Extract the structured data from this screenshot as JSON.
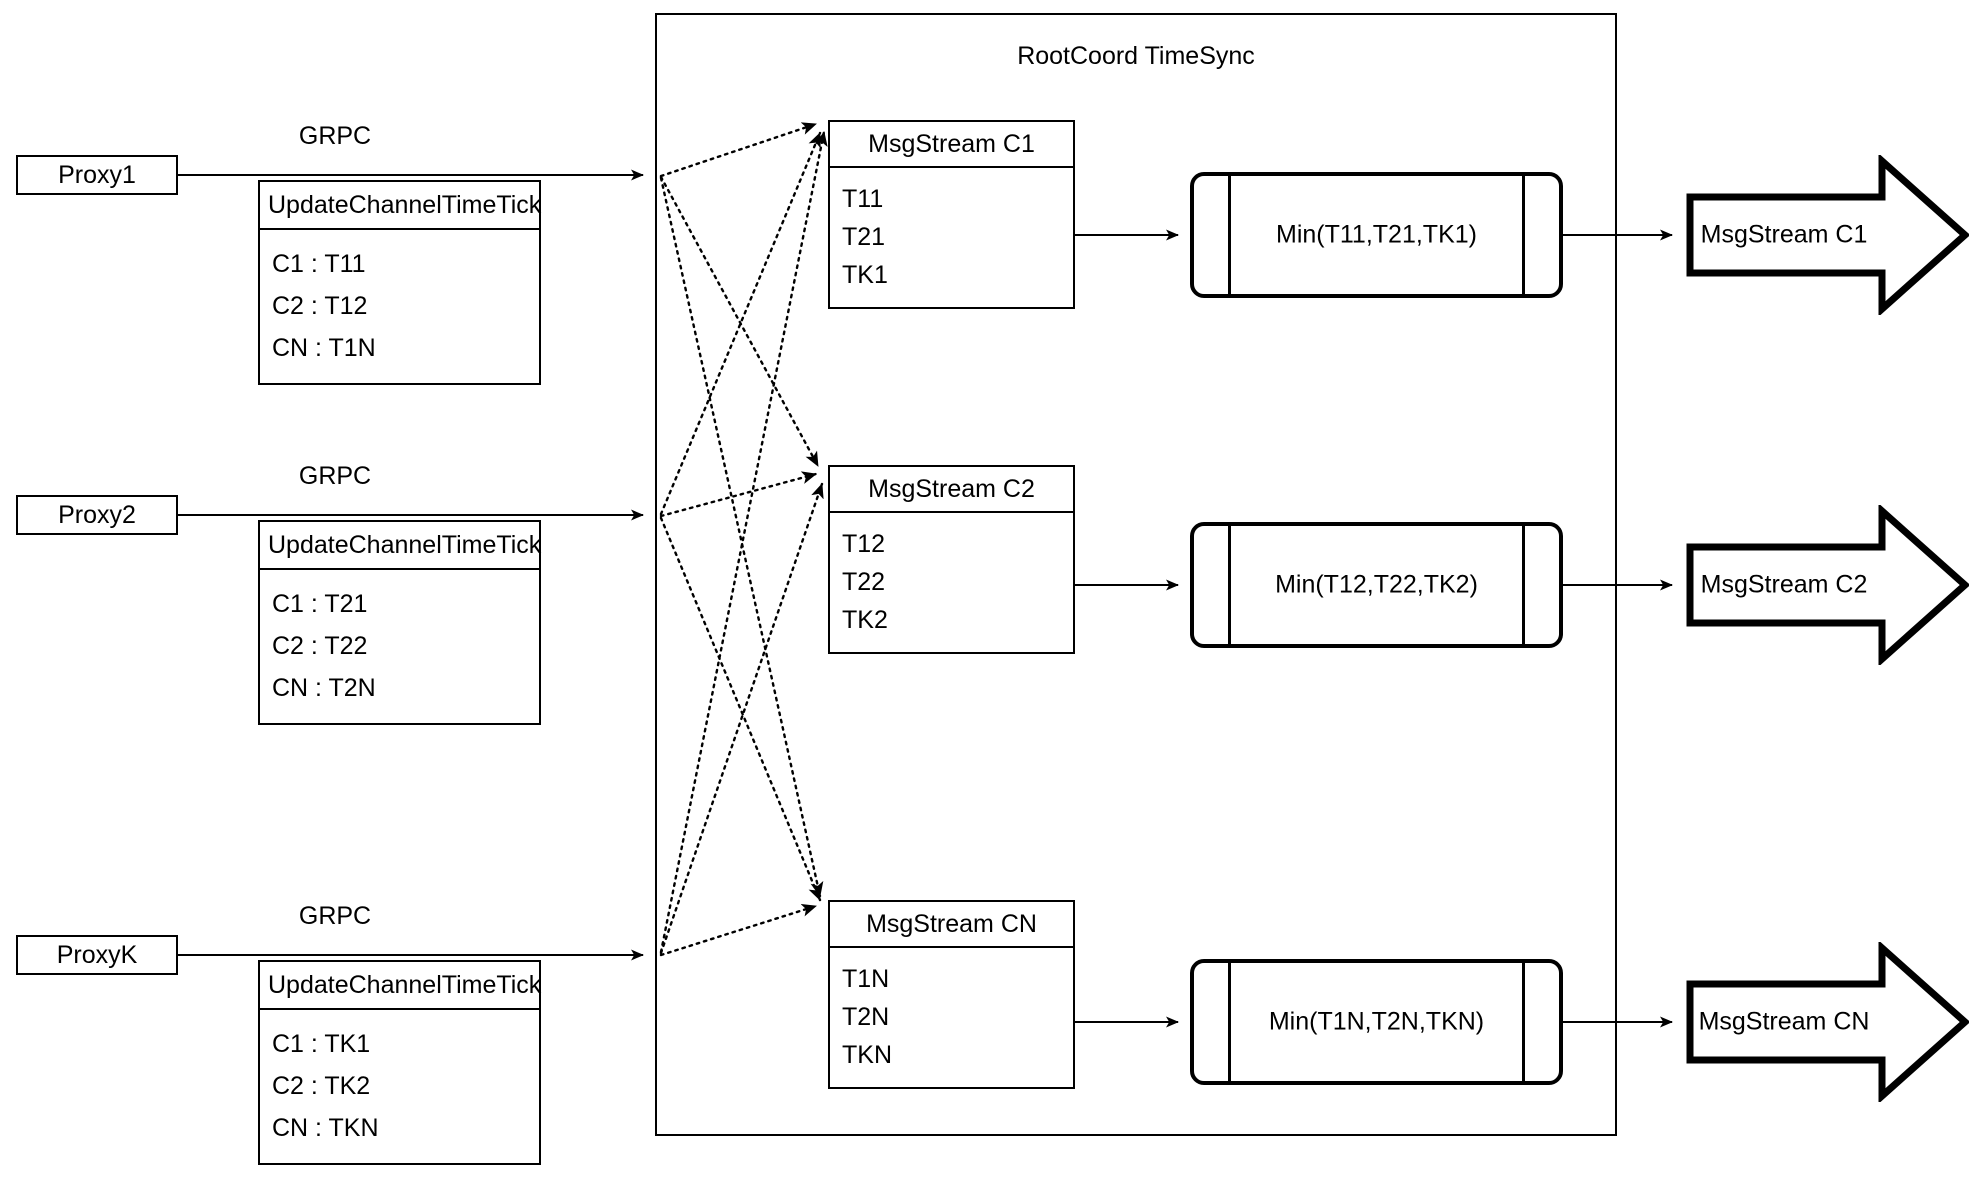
{
  "diagram": {
    "title": "RootCoord TimeSync",
    "container_label": "RootCoord TimeSync"
  },
  "proxies": [
    {
      "name": "Proxy1",
      "link_label": "GRPC",
      "request": {
        "title": "UpdateChannelTimeTick",
        "rows": [
          "C1 :  T11",
          "C2 :  T12",
          "CN : T1N"
        ]
      }
    },
    {
      "name": "Proxy2",
      "link_label": "GRPC",
      "request": {
        "title": "UpdateChannelTimeTick",
        "rows": [
          "C1 :  T21",
          "C2 :  T22",
          "CN : T2N"
        ]
      }
    },
    {
      "name": "ProxyK",
      "link_label": "GRPC",
      "request": {
        "title": "UpdateChannelTimeTick",
        "rows": [
          "C1 :  TK1",
          "C2 :  TK2",
          "CN : TKN"
        ]
      }
    }
  ],
  "channels": [
    {
      "stream": {
        "title": "MsgStream C1",
        "rows": [
          "T11",
          "T21",
          "TK1"
        ]
      },
      "process": {
        "label": "Min(T11,T21,TK1)"
      },
      "output": {
        "label": "MsgStream C1"
      }
    },
    {
      "stream": {
        "title": "MsgStream C2",
        "rows": [
          "T12",
          "T22",
          "TK2"
        ]
      },
      "process": {
        "label": "Min(T12,T22,TK2)"
      },
      "output": {
        "label": "MsgStream C2"
      }
    },
    {
      "stream": {
        "title": "MsgStream CN",
        "rows": [
          "T1N",
          "T2N",
          "TKN"
        ]
      },
      "process": {
        "label": "Min(T1N,T2N,TKN)"
      },
      "output": {
        "label": "MsgStream CN"
      }
    }
  ],
  "colors": {
    "stroke": "#000000",
    "background": "#ffffff"
  }
}
